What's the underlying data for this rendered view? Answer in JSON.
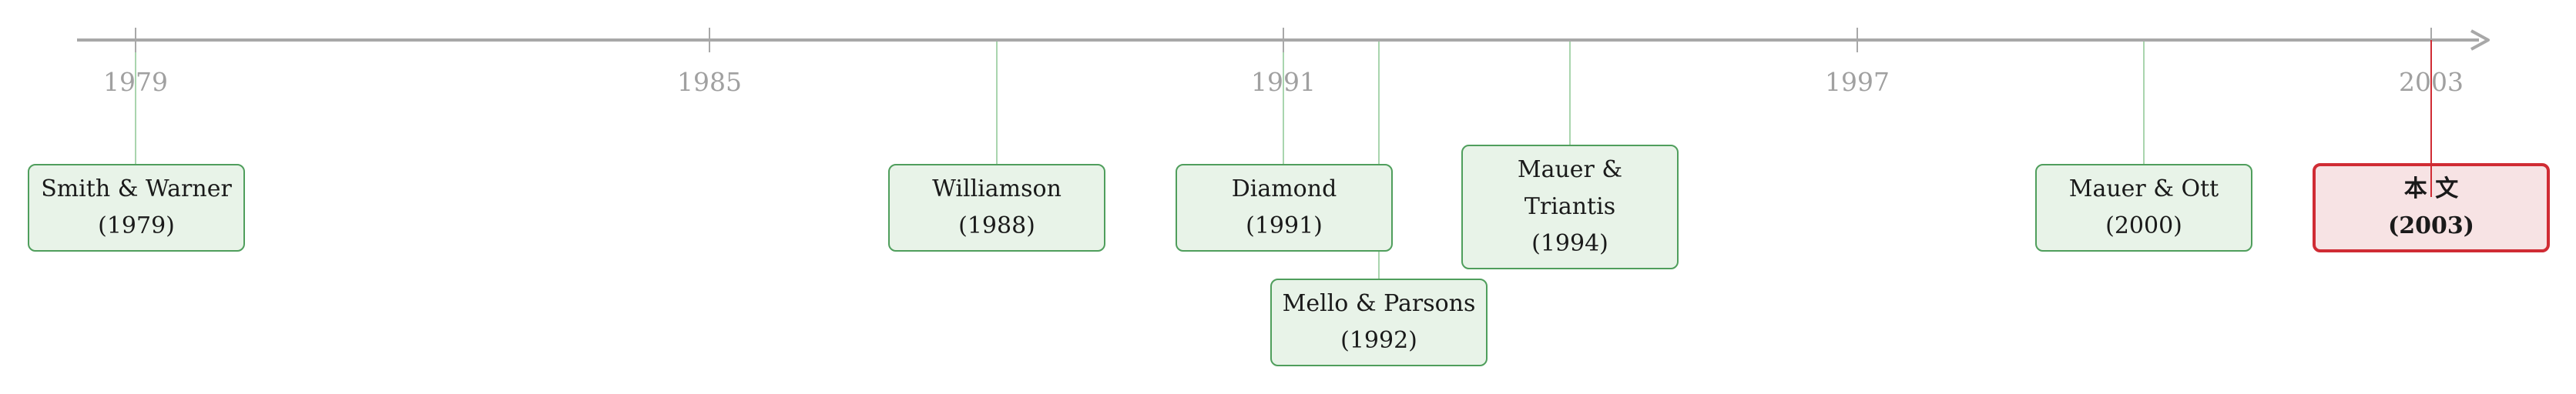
{
  "axis": {
    "ticks": [
      "1979",
      "1985",
      "1991",
      "1997",
      "2003"
    ]
  },
  "events": [
    {
      "lines": [
        "Smith & Warner",
        "(1979)"
      ],
      "style": "green"
    },
    {
      "lines": [
        "Williamson",
        "(1988)"
      ],
      "style": "green"
    },
    {
      "lines": [
        "Diamond",
        "(1991)"
      ],
      "style": "green"
    },
    {
      "lines": [
        "Mello & Parsons",
        "(1992)"
      ],
      "style": "green"
    },
    {
      "lines": [
        "Mauer &",
        "Triantis",
        "(1994)"
      ],
      "style": "green"
    },
    {
      "lines": [
        "Mauer & Ott",
        "(2000)"
      ],
      "style": "green"
    },
    {
      "lines": [
        "本 文",
        "(2003)"
      ],
      "style": "highlight"
    }
  ],
  "colors": {
    "axis": "#a8a8a8",
    "green_connector": "#a9d5ae",
    "green_border": "#4f9e5c",
    "green_fill": "#e8f3e8",
    "highlight_border": "#d02c34",
    "highlight_fill": "#f7e3e4",
    "tick_text": "#a0a0a0"
  }
}
